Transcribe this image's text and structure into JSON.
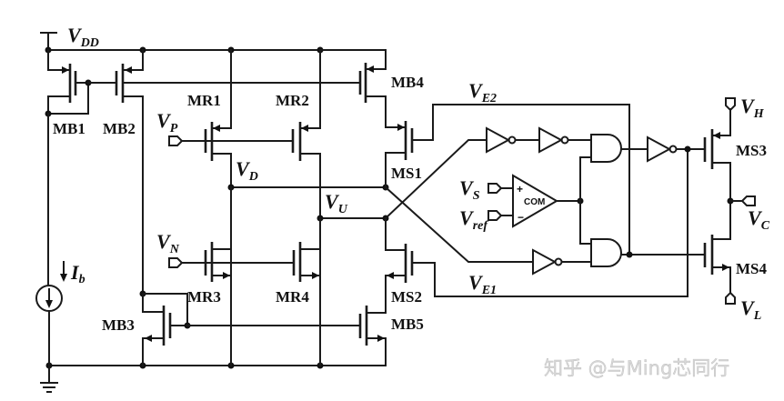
{
  "diagram": {
    "type": "circuit-schematic",
    "supply": {
      "name": "V",
      "sub": "DD"
    },
    "bias_current": {
      "name": "I",
      "sub": "b"
    },
    "transistors": [
      {
        "id": "MB1",
        "label": "MB1",
        "type": "pmos"
      },
      {
        "id": "MB2",
        "label": "MB2",
        "type": "pmos"
      },
      {
        "id": "MB3",
        "label": "MB3",
        "type": "nmos"
      },
      {
        "id": "MB4",
        "label": "MB4",
        "type": "pmos"
      },
      {
        "id": "MB5",
        "label": "MB5",
        "type": "nmos"
      },
      {
        "id": "MR1",
        "label": "MR1",
        "type": "pmos"
      },
      {
        "id": "MR2",
        "label": "MR2",
        "type": "pmos"
      },
      {
        "id": "MR3",
        "label": "MR3",
        "type": "nmos"
      },
      {
        "id": "MR4",
        "label": "MR4",
        "type": "nmos"
      },
      {
        "id": "MS1",
        "label": "MS1",
        "type": "pmos"
      },
      {
        "id": "MS2",
        "label": "MS2",
        "type": "nmos"
      },
      {
        "id": "MS3",
        "label": "MS3",
        "type": "pmos"
      },
      {
        "id": "MS4",
        "label": "MS4",
        "type": "nmos"
      }
    ],
    "nodes": {
      "vp": {
        "name": "V",
        "sub": "P"
      },
      "vn": {
        "name": "V",
        "sub": "N"
      },
      "vd": {
        "name": "V",
        "sub": "D"
      },
      "vu": {
        "name": "V",
        "sub": "U"
      },
      "ve1": {
        "name": "V",
        "sub": "E1"
      },
      "ve2": {
        "name": "V",
        "sub": "E2"
      },
      "vs": {
        "name": "V",
        "sub": "S"
      },
      "vref": {
        "name": "V",
        "sub": "ref"
      },
      "vh": {
        "name": "V",
        "sub": "H"
      },
      "vl": {
        "name": "V",
        "sub": "L"
      },
      "vc": {
        "name": "V",
        "sub": "C"
      }
    },
    "comparator": {
      "label": "COM",
      "plus": "+",
      "minus": "−"
    },
    "logic_gates": [
      "inverter",
      "inverter",
      "and",
      "inverter",
      "and",
      "inverter"
    ]
  },
  "watermark": "知乎 @与Ming芯同行"
}
